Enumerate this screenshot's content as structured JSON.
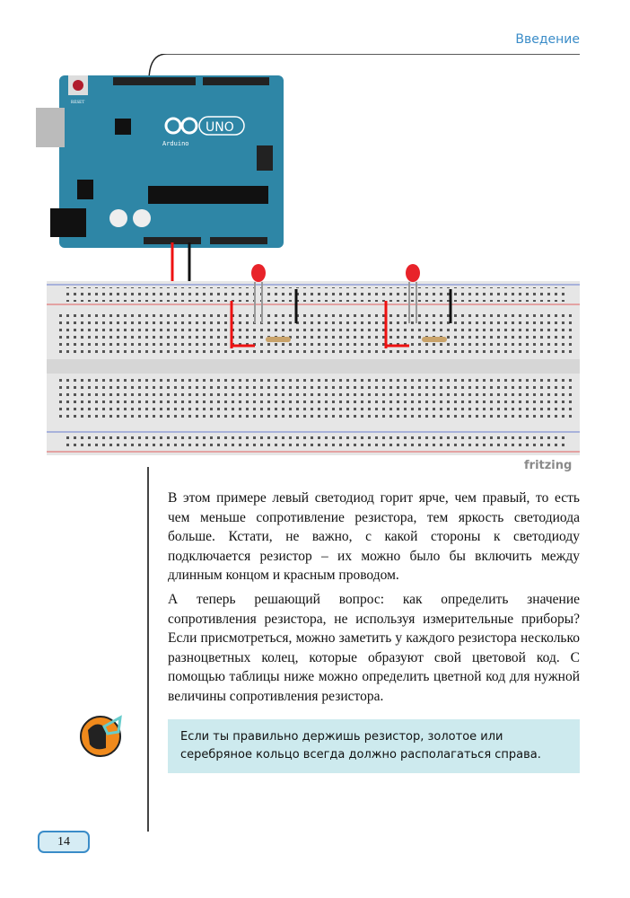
{
  "header": {
    "section_title": "Введение"
  },
  "figure": {
    "board_label": "UNO",
    "board_brand": "Arduino",
    "reset_label": "RESET",
    "credit": "fritzing"
  },
  "body": {
    "paragraphs": [
      "В этом примере левый светодиод горит ярче, чем правый, то есть чем меньше сопротивление резистора, тем яркость светодиода больше. Кстати, не важно, с какой стороны к светодиоду подключается резистор – их можно было бы включить между длинным концом и красным проводом.",
      "А теперь решающий вопрос: как определить значение сопротивления резистора, не используя измерительные приборы? Если присмотреться, можно заметить у каждого резистора несколько разноцветных колец, которые образуют свой цветовой код. С помощью таблицы ниже можно определить цветной код для нужной величины сопротивления резистора."
    ]
  },
  "callout": {
    "text": "Если ты правильно держишь резистор, золотое или серебряное кольцо всегда должно располагаться справа."
  },
  "footer": {
    "page_number": "14"
  },
  "colors": {
    "accent": "#3a8cc8",
    "callout_bg": "#cdeaee",
    "board": "#2e86a6"
  }
}
